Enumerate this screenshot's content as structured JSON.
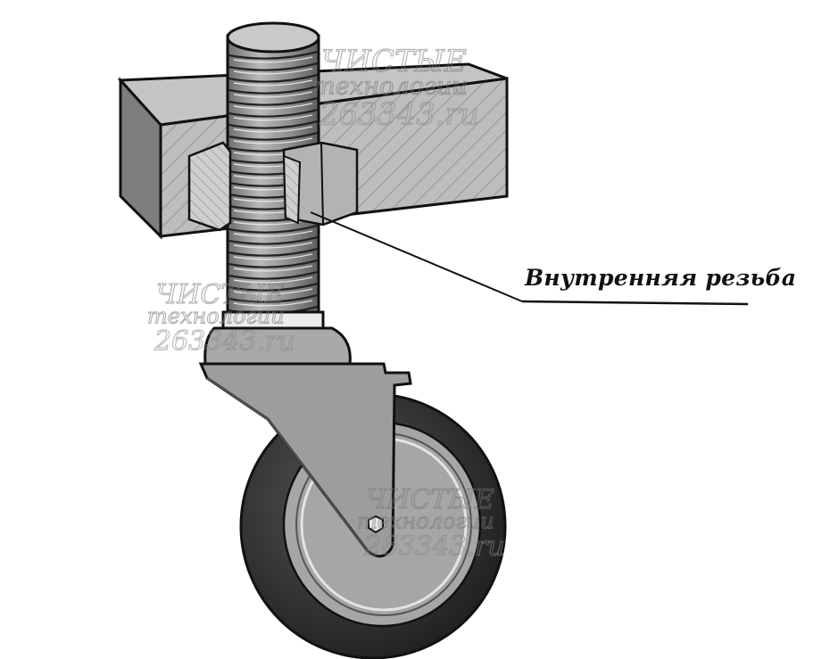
{
  "diagram": {
    "label": "Внутренняя резьба",
    "watermark": {
      "brand_line1": "ЧИСТЫЕ",
      "brand_line2": "технологии",
      "site": "263343.ru"
    }
  },
  "colors": {
    "block_face": "#9c9c9c",
    "block_top": "#c2c2c2",
    "block_front": "#bdbdbd",
    "bolt": "#8a8a8a",
    "tire": "#2b2b2b",
    "rim": "#a8a8a8",
    "bracket": "#999999",
    "outline": "#111111"
  }
}
